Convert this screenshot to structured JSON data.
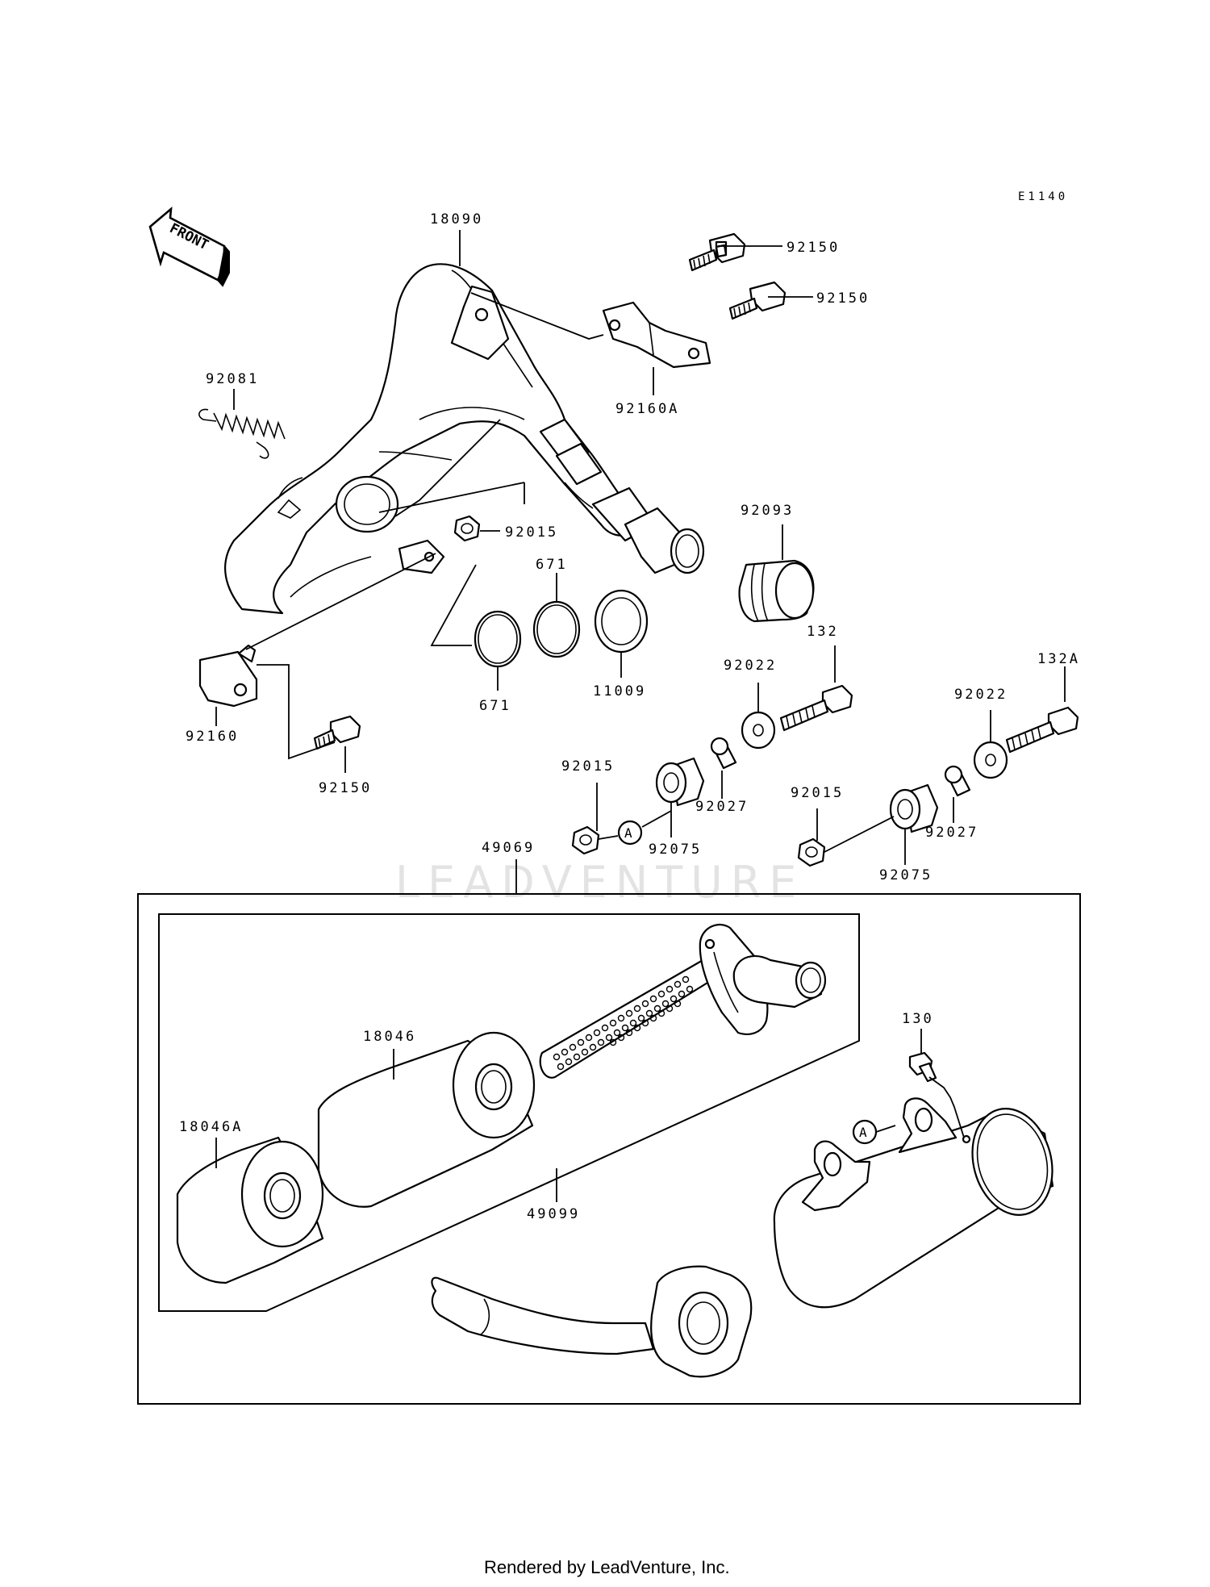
{
  "diagram": {
    "code": "E1140",
    "front_label": "FRONT",
    "watermark": "LEADVENTURE",
    "footer": "Rendered by LeadVenture, Inc.",
    "labels": {
      "p18090": "18090",
      "p92150_a": "92150",
      "p92150_b": "92150",
      "p92160A": "92160A",
      "p92081": "92081",
      "p92015_a": "92015",
      "p671_a": "671",
      "p671_b": "671",
      "p11009": "11009",
      "p92093": "92093",
      "p132": "132",
      "p132A": "132A",
      "p92022_a": "92022",
      "p92022_b": "92022",
      "p92160": "92160",
      "p92150_c": "92150",
      "p92015_b": "92015",
      "p92027_a": "92027",
      "p92075_a": "92075",
      "p92015_c": "92015",
      "p92027_b": "92027",
      "p92075_b": "92075",
      "p49069": "49069",
      "p18046": "18046",
      "p18046A": "18046A",
      "p49099": "49099",
      "p130": "130",
      "marker_a1": "A",
      "marker_a2": "A"
    }
  }
}
